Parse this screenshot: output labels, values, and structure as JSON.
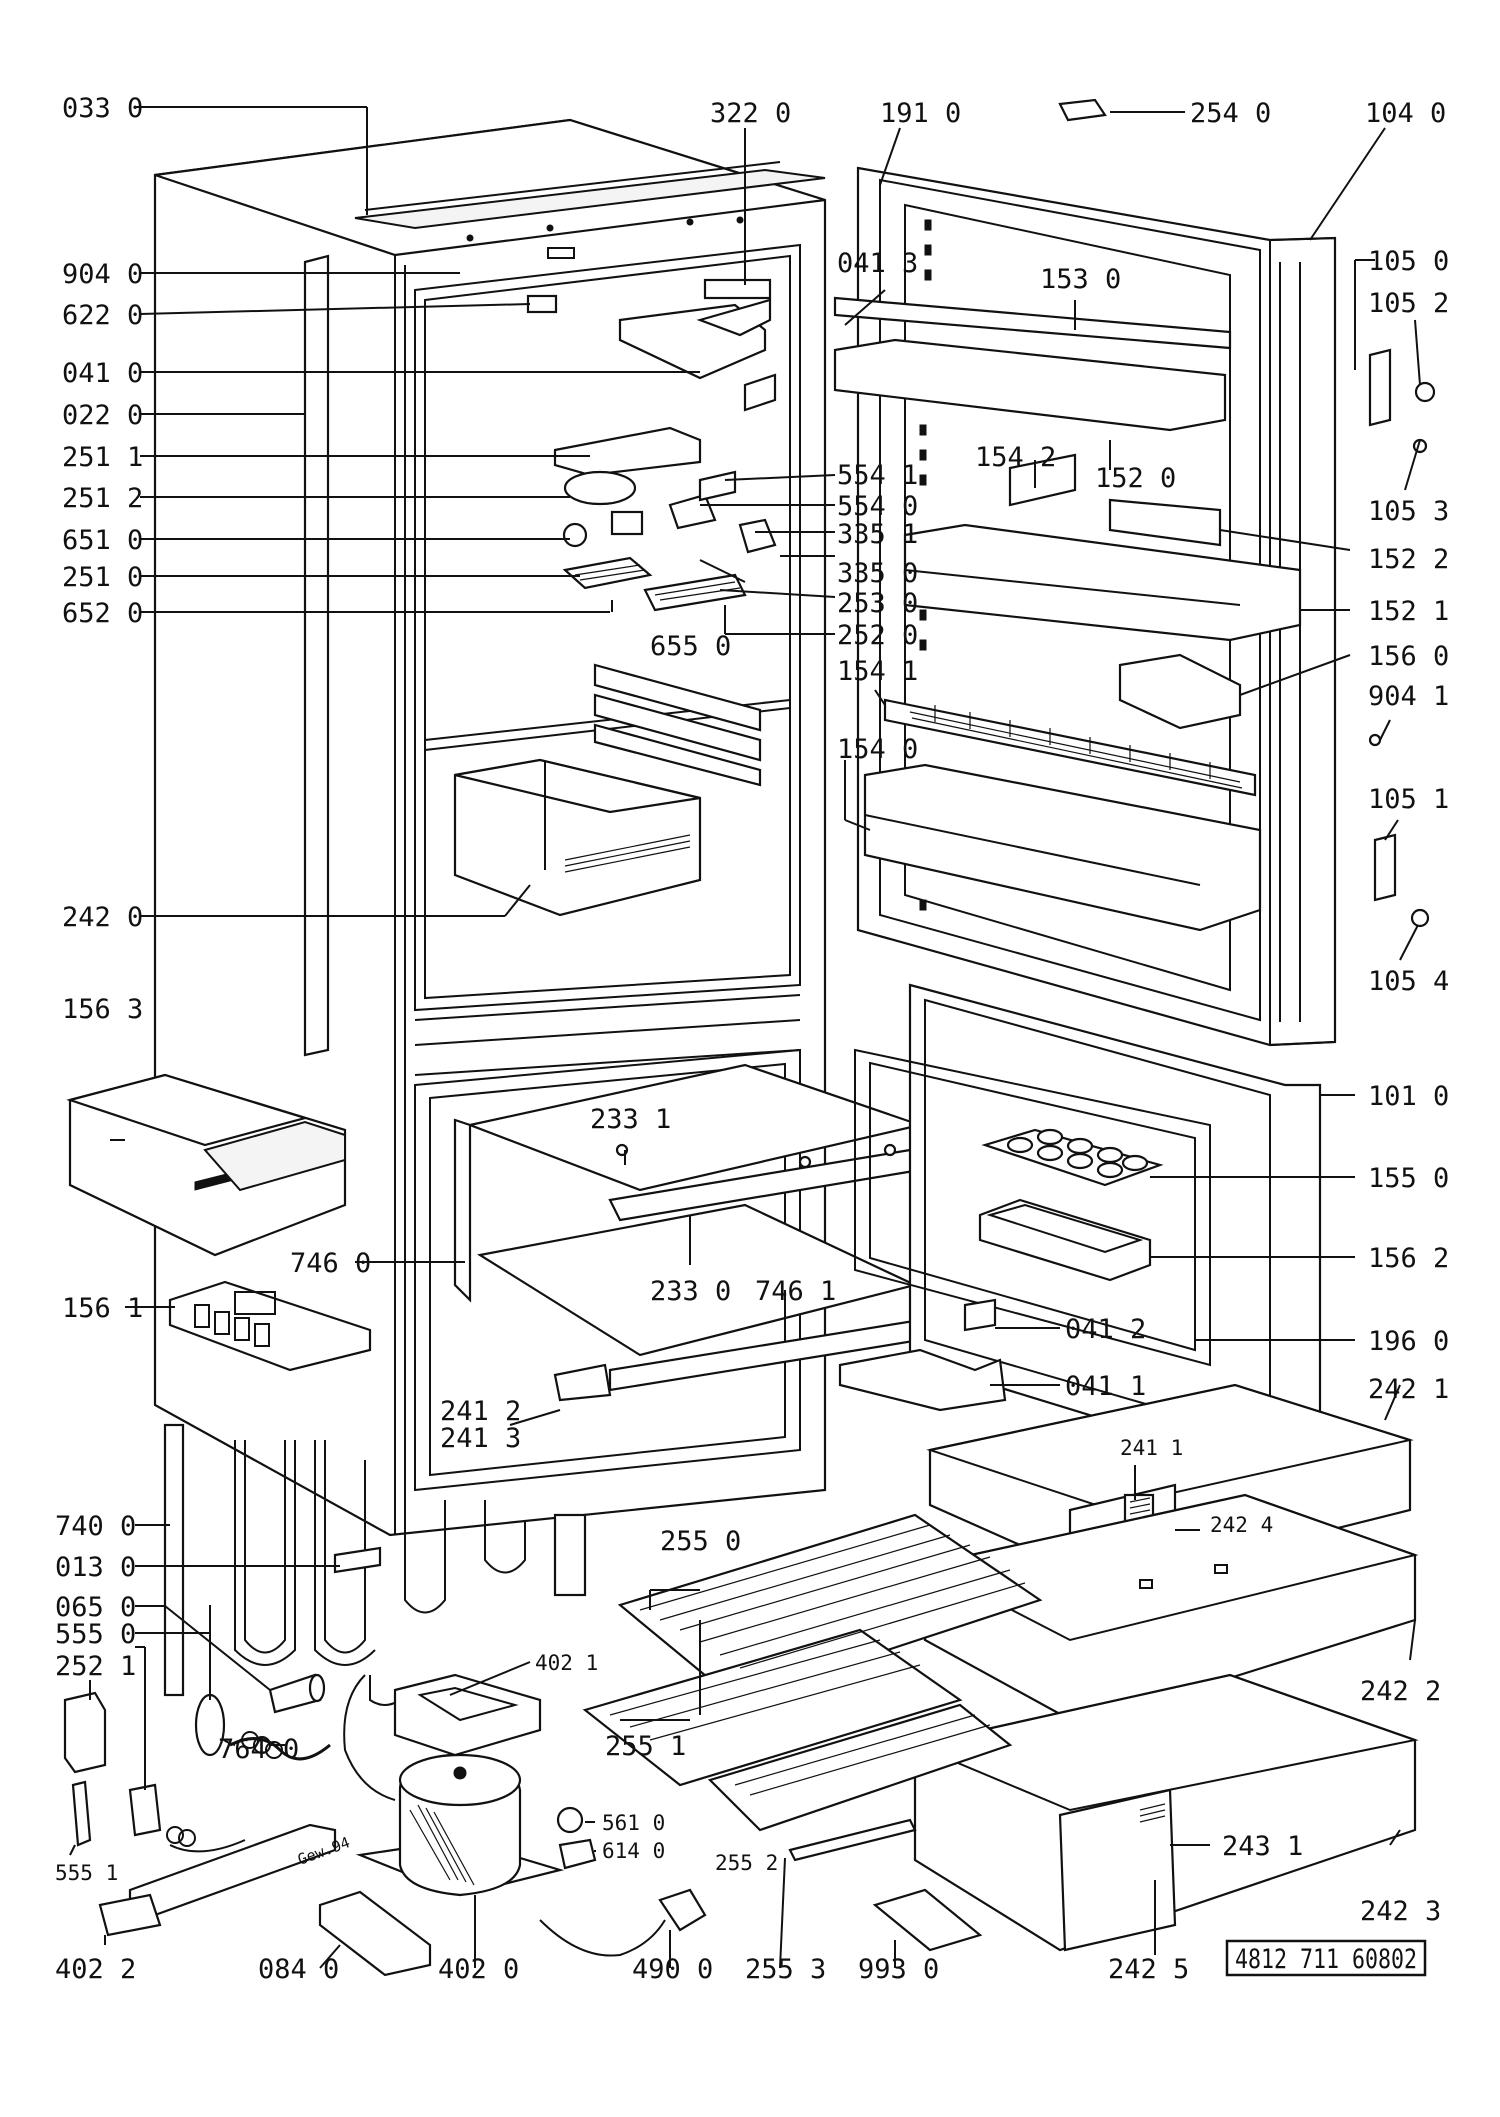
{
  "callouts": {
    "c033_0": "033 0",
    "c322_0": "322 0",
    "c191_0": "191 0",
    "c254_0": "254 0",
    "c104_0": "104 0",
    "c904_0": "904 0",
    "c622_0": "622 0",
    "c041_3": "041 3",
    "c105_0": "105 0",
    "c105_2": "105 2",
    "c153_0": "153 0",
    "c041_0": "041 0",
    "c022_0": "022 0",
    "c251_1": "251 1",
    "c154_2": "154 2",
    "c152_0": "152 0",
    "c554_1": "554 1",
    "c251_2": "251 2",
    "c554_0": "554 0",
    "c105_3": "105 3",
    "c651_0": "651 0",
    "c335_1": "335 1",
    "c152_2": "152 2",
    "c251_0": "251 0",
    "c335_0": "335 0",
    "c652_0": "652 0",
    "c253_0": "253 0",
    "c152_1": "152 1",
    "c655_0": "655 0",
    "c252_0": "252 0",
    "c156_0": "156 0",
    "c154_1": "154 1",
    "c904_1": "904 1",
    "c154_0": "154 0",
    "c105_1": "105 1",
    "c242_0": "242 0",
    "c105_4": "105 4",
    "c156_3": "156 3",
    "c101_0": "101 0",
    "c233_1": "233 1",
    "c155_0": "155 0",
    "c746_0": "746 0",
    "c156_2": "156 2",
    "c233_0": "233 0",
    "c746_1": "746 1",
    "c156_1": "156 1",
    "c196_0": "196 0",
    "c041_2": "041 2",
    "c041_1": "041 1",
    "c241_2": "241 2",
    "c241_3": "241 3",
    "c242_1": "242 1",
    "c241_1": "241 1",
    "c242_4": "242 4",
    "c740_0": "740 0",
    "c255_0": "255 0",
    "c013_0": "013 0",
    "c065_0": "065 0",
    "c555_0": "555 0",
    "c242_2": "242 2",
    "c252_1": "252 1",
    "c402_1": "402 1",
    "c764_0": "764 0",
    "c255_1": "255 1",
    "c561_0": "561 0",
    "c614_0": "614 0",
    "c555_1": "555 1",
    "c255_2": "255 2",
    "c243_1": "243 1",
    "c242_3": "242 3",
    "c402_2": "402 2",
    "c084_0": "084 0",
    "c402_0": "402 0",
    "c490_0": "490 0",
    "c255_3": "255 3",
    "c993_0": "993 0",
    "c242_5": "242 5"
  },
  "document_number": "4812 711 60802",
  "bracket_note": "Gew.94"
}
